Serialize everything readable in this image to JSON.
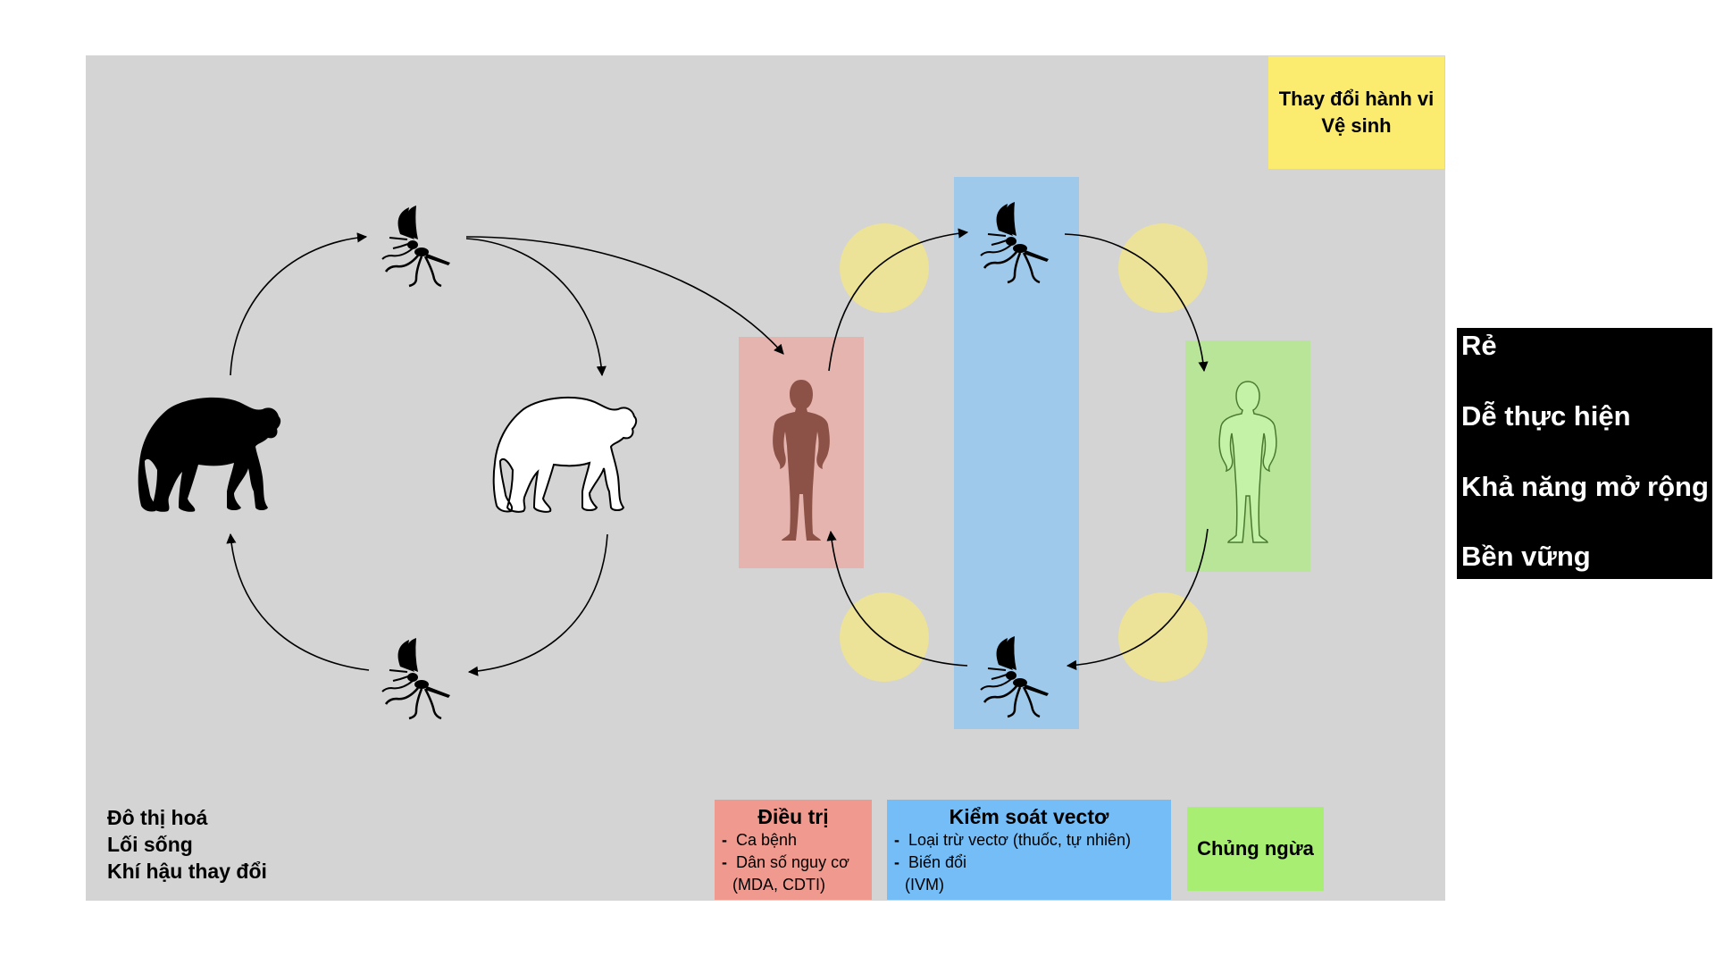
{
  "behavior_box": {
    "line1": "Thay đổi hành vi",
    "line2": "Vệ sinh"
  },
  "criteria": [
    "Rẻ",
    "Dễ thực hiện",
    "Khả năng mở rộng",
    "Bền vững"
  ],
  "drivers": [
    "Đô thị hoá",
    "Lối sống",
    "Khí hậu thay đổi"
  ],
  "legend": {
    "treatment": {
      "title": "Điều trị",
      "items": [
        "Ca bệnh",
        "Dân số nguy cơ"
      ],
      "continuation": "(MDA, CDTI)"
    },
    "vector_control": {
      "title": "Kiểm soát vectơ",
      "items": [
        "Loại trừ vectơ (thuốc, tự nhiên)",
        "Biến đổi"
      ],
      "continuation": "(IVM)"
    },
    "vaccination": {
      "title": "Chủng ngừa"
    }
  },
  "colors": {
    "panel": "#d4d4d4",
    "treatment": "#f09a8f",
    "vector": "#74bdf7",
    "vaccination": "#a7ee73",
    "behavior": "#fbeb6f",
    "infected_human": "#8c5247",
    "healthy_human": "#c4f2a6"
  },
  "icons": [
    "mosquito-icon",
    "ape-icon",
    "human-icon"
  ]
}
